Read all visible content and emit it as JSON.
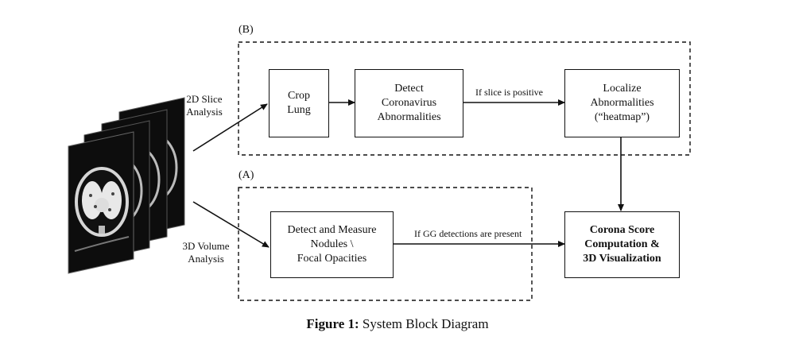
{
  "diagram": {
    "region_b_label": "(B)",
    "region_a_label": "(A)",
    "input_labels": {
      "slice_2d": "2D Slice\nAnalysis",
      "volume_3d": "3D Volume\nAnalysis"
    },
    "nodes": {
      "crop_lung": "Crop\nLung",
      "detect_abnormalities": "Detect\nCoronavirus\nAbnormalities",
      "localize": "Localize\nAbnormalities\n(“heatmap”)",
      "detect_nodules": "Detect and Measure\nNodules \\\nFocal Opacities",
      "corona_score": "Corona Score\nComputation &\n3D Visualization"
    },
    "edge_labels": {
      "slice_positive": "If slice is positive",
      "gg_detections": "If GG detections are present"
    },
    "icon": "ct-scan-stack-icon"
  },
  "caption": {
    "prefix": "Figure 1:",
    "text": "System Block Diagram"
  }
}
